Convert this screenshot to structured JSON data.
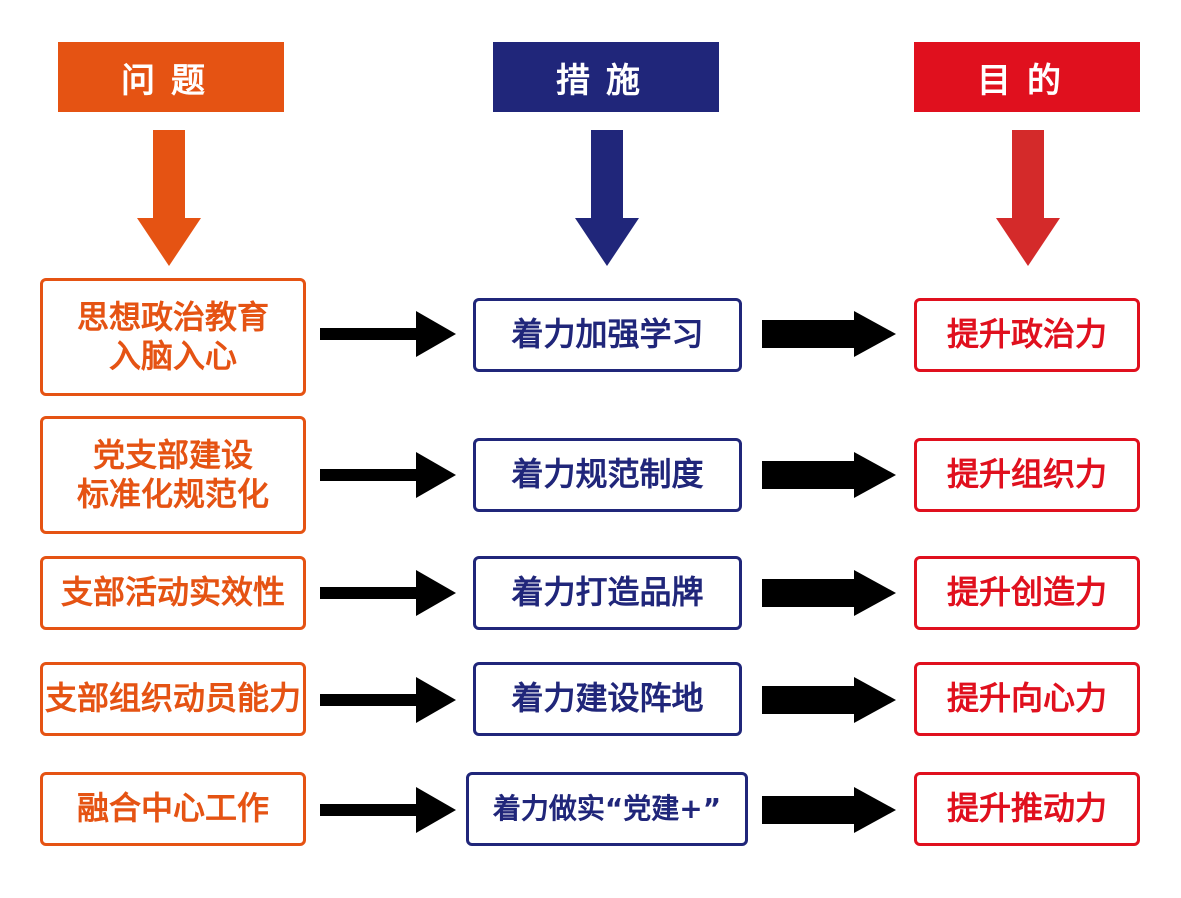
{
  "colors": {
    "problem": "#e55313",
    "measure": "#20267a",
    "goal": "#e0101e",
    "arrow_black": "#000000",
    "arrow_goal": "#d42a2a"
  },
  "headers": {
    "problem": "问题",
    "measure": "措施",
    "goal": "目的"
  },
  "rows": [
    {
      "problem": [
        "思想政治教育",
        "入脑入心"
      ],
      "measure": "着力加强学习",
      "goal": "提升政治力"
    },
    {
      "problem": [
        "党支部建设",
        "标准化规范化"
      ],
      "measure": "着力规范制度",
      "goal": "提升组织力"
    },
    {
      "problem": [
        "支部活动实效性"
      ],
      "measure": "着力打造品牌",
      "goal": "提升创造力"
    },
    {
      "problem": [
        "支部组织动员能力"
      ],
      "measure": "着力建设阵地",
      "goal": "提升向心力"
    },
    {
      "problem": [
        "融合中心工作"
      ],
      "measure": "着力做实“党建+”",
      "goal": "提升推动力"
    }
  ]
}
